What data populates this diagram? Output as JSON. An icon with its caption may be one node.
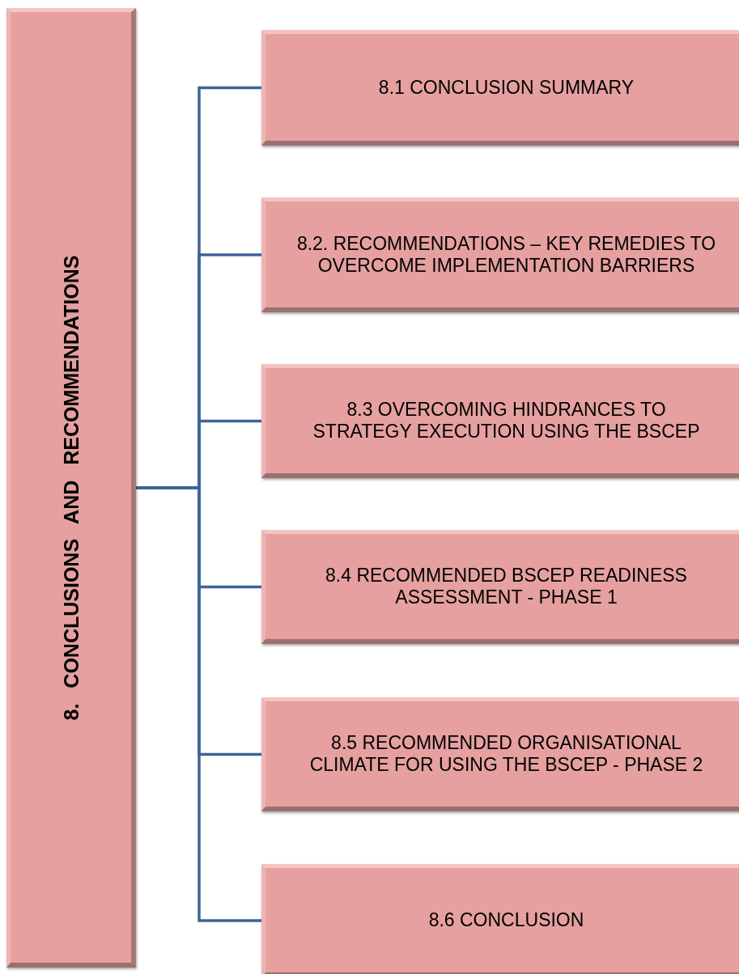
{
  "diagram": {
    "nodes": [
      {
        "text": [
          "8. CONCLUSIONS AND RECOMMENDATIONS"
        ]
      },
      {
        "text": [
          "8.1 CONCLUSION SUMMARY"
        ]
      },
      {
        "text": [
          "8.2. RECOMMENDATIONS – KEY REMEDIES TO OVERCOME IMPLEMENTATION BARRIERS"
        ]
      },
      {
        "text": [
          "8.3 OVERCOMING HINDRANCES TO STRATEGY EXECUTION USING THE BSCEP"
        ]
      },
      {
        "text": [
          "8.4 RECOMMENDED BSCEP READINESS ASSESSMENT - PHASE 1"
        ]
      },
      {
        "text": [
          "8.5 RECOMMENDED ORGANISATIONAL CLIMATE FOR USING THE BSCEP - PHASE 2"
        ]
      },
      {
        "text": [
          "8.6 CONCLUSION"
        ]
      }
    ],
    "edges": [
      {
        "from": 0,
        "to": 1,
        "arrow": "none"
      },
      {
        "from": 0,
        "to": 2,
        "arrow": "none"
      },
      {
        "from": 0,
        "to": 3,
        "arrow": "none"
      },
      {
        "from": 0,
        "to": 4,
        "arrow": "none"
      },
      {
        "from": 0,
        "to": 5,
        "arrow": "none"
      },
      {
        "from": 0,
        "to": 6,
        "arrow": "none"
      }
    ]
  }
}
